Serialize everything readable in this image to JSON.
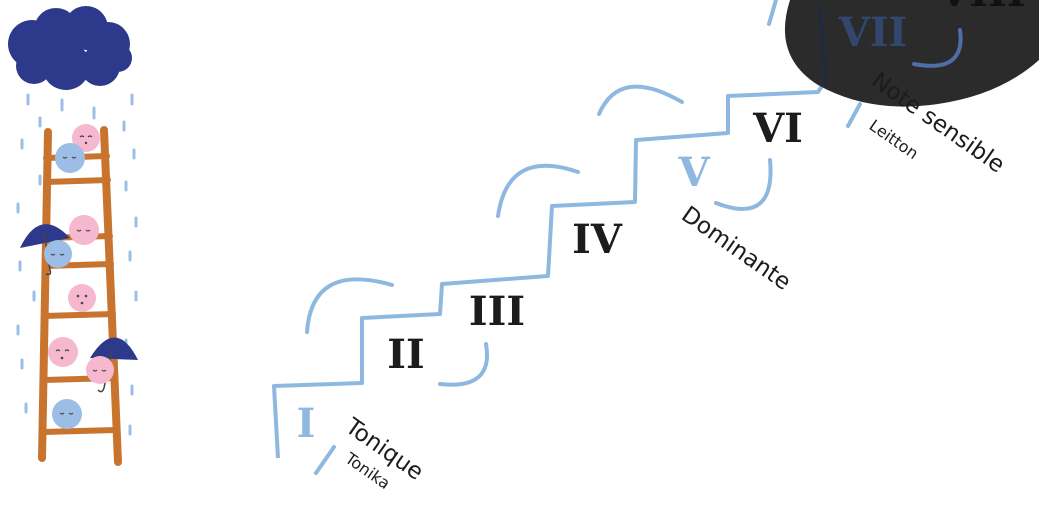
{
  "numerals": {
    "one": "I",
    "two": "II",
    "three": "III",
    "four": "IV",
    "five": "V",
    "six": "VI",
    "seven": "VII",
    "eight": "VIII"
  },
  "labels": {
    "tonique": "Tonique",
    "tonika": "Tonika",
    "dominante": "Dominante",
    "note_sensible": "Note sensible",
    "leitton": "Leitton"
  },
  "colors": {
    "stair_blue": "#8fb8e0",
    "cloud_navy": "#2d3a8c",
    "ladder_brown": "#c9742e",
    "shadow": "#2b2b2b",
    "pink": "#f5b8cf",
    "light_blue": "#9cbde6"
  }
}
